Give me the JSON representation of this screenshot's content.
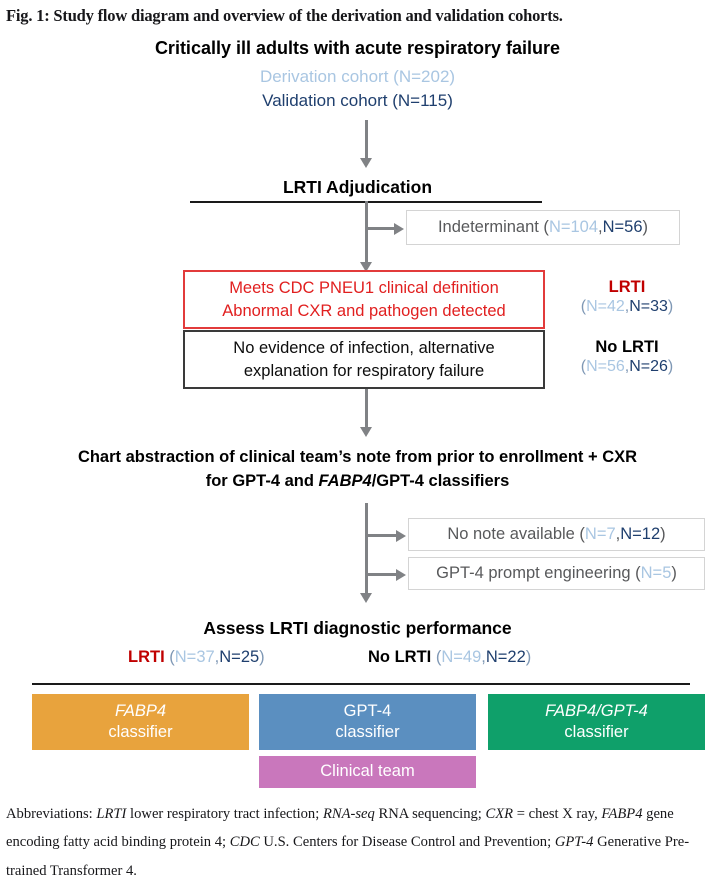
{
  "figure": {
    "title": "Fig. 1: Study flow diagram and overview of the derivation and validation cohorts.",
    "top_header": "Critically ill adults with acute respiratory failure",
    "derivation_cohort": "Derivation cohort (N=202)",
    "validation_cohort": "Validation cohort (N=115)"
  },
  "adjudication": {
    "header": "LRTI Adjudication",
    "indeterminant": {
      "label": "Indeterminant (",
      "n_derivation": "N=104",
      "sep": ",",
      "n_validation": "N=56",
      "close": ")"
    }
  },
  "definitions": {
    "lrti_box": {
      "line1": "Meets CDC PNEU1 clinical definition",
      "line2": "Abnormal CXR and pathogen detected"
    },
    "no_lrti_box": {
      "line1": "No evidence of infection, alternative",
      "line2": "explanation for respiratory failure"
    },
    "lrti_label": {
      "title": "LRTI",
      "open": "(",
      "n_derivation": "N=42",
      "sep": ",",
      "n_validation": "N=33",
      "close": ")"
    },
    "no_lrti_label": {
      "title": "No LRTI",
      "open": "(",
      "n_derivation": "N=56",
      "sep": ",",
      "n_validation": "N=26",
      "close": ")"
    }
  },
  "abstraction": {
    "line1": "Chart abstraction of clinical team’s note from prior to enrollment + CXR",
    "line2_pre": "for GPT-4 and ",
    "line2_italic": "FABP4",
    "line2_post": "/GPT-4 classifiers",
    "no_note": {
      "label": "No note available (",
      "n_derivation": "N=7",
      "sep": ",",
      "n_validation": "N=12",
      "close": ")"
    },
    "prompt_engineering": {
      "label": "GPT-4 prompt engineering (",
      "n_derivation": "N=5",
      "close": ")"
    }
  },
  "assessment": {
    "header": "Assess LRTI diagnostic performance",
    "lrti": {
      "title": "LRTI",
      "open": " (",
      "n_derivation": "N=37",
      "sep": ",",
      "n_validation": "N=25",
      "close": ")"
    },
    "no_lrti": {
      "title": "No LRTI",
      "open": " (",
      "n_derivation": "N=49",
      "sep": ",",
      "n_validation": "N=22",
      "close": ")"
    }
  },
  "classifiers": [
    {
      "name": "FABP4",
      "sub": "classifier",
      "color": "#e8a33d"
    },
    {
      "name": "GPT-4",
      "sub": "classifier",
      "color": "#5b8fc0"
    },
    {
      "name": "FABP4/GPT-4",
      "sub": "classifier",
      "color": "#0fa06a"
    }
  ],
  "clinical_team": {
    "label": "Clinical team",
    "color": "#c977bc"
  },
  "footer": {
    "lead": "Abbreviations: ",
    "a1_abbr": "LRTI",
    "a1_def": " lower respiratory tract infection; ",
    "a2_abbr": "RNA-seq",
    "a2_def": " RNA sequencing; ",
    "a3_abbr": "CXR",
    "a3_def": " = chest X ray, ",
    "a4_abbr": "FABP4",
    "a4_def": " gene encoding fatty acid binding protein 4; ",
    "a5_abbr": "CDC",
    "a5_def": " U.S. Centers for Disease Control and Prevention; ",
    "a6_abbr": "GPT-4",
    "a6_def": " Generative Pre-trained Transformer 4."
  },
  "colors": {
    "derivation": "#a9c6e2",
    "validation": "#1f3f6e",
    "lrti_red": "#c00000",
    "box_red": "#e11f1f",
    "arrow_gray": "#808285",
    "muted_text": "#58595b"
  }
}
